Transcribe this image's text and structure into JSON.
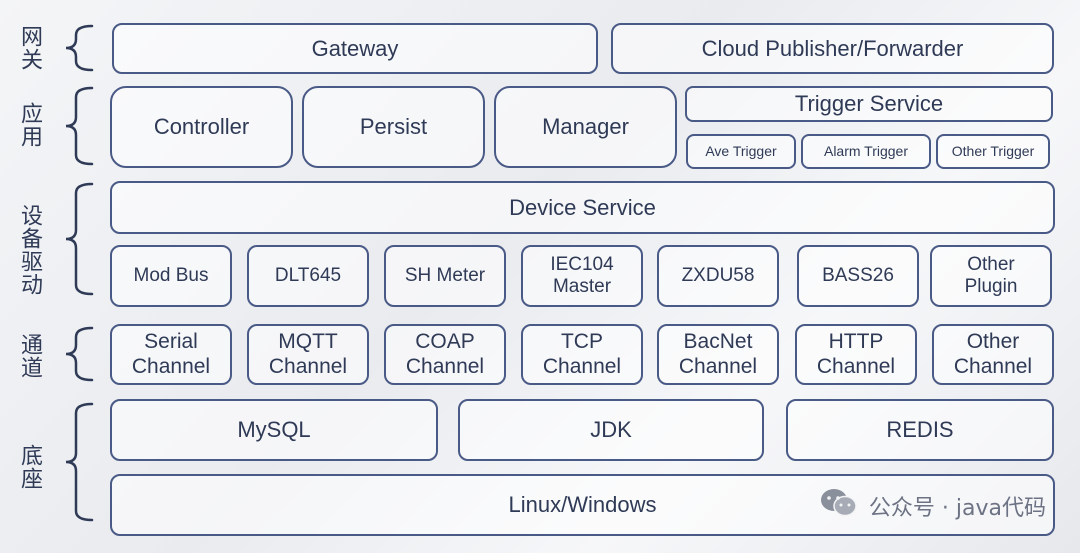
{
  "layers": {
    "gateway": {
      "label": "网关",
      "gateway": "Gateway",
      "cloud": "Cloud Publisher/Forwarder"
    },
    "application": {
      "label": "应用",
      "controller": "Controller",
      "persist": "Persist",
      "manager": "Manager",
      "trigger_service": "Trigger Service",
      "ave_trigger": "Ave Trigger",
      "alarm_trigger": "Alarm Trigger",
      "other_trigger": "Other Trigger"
    },
    "device_driver": {
      "label": "设备驱动",
      "device_service": "Device Service",
      "plugins": [
        "Mod Bus",
        "DLT645",
        "SH Meter",
        "IEC104\nMaster",
        "ZXDU58",
        "BASS26",
        "Other\nPlugin"
      ]
    },
    "channel": {
      "label": "通道",
      "channels": [
        "Serial\nChannel",
        "MQTT\nChannel",
        "COAP\nChannel",
        "TCP\nChannel",
        "BacNet\nChannel",
        "HTTP\nChannel",
        "Other\nChannel"
      ]
    },
    "base": {
      "label": "底座",
      "mysql": "MySQL",
      "jdk": "JDK",
      "redis": "REDIS",
      "os": "Linux/Windows"
    }
  },
  "watermark": {
    "text": "公众号 · java代码",
    "icon": "wechat-icon"
  },
  "colors": {
    "border": "#4a5a86",
    "text": "#2f3a56"
  }
}
